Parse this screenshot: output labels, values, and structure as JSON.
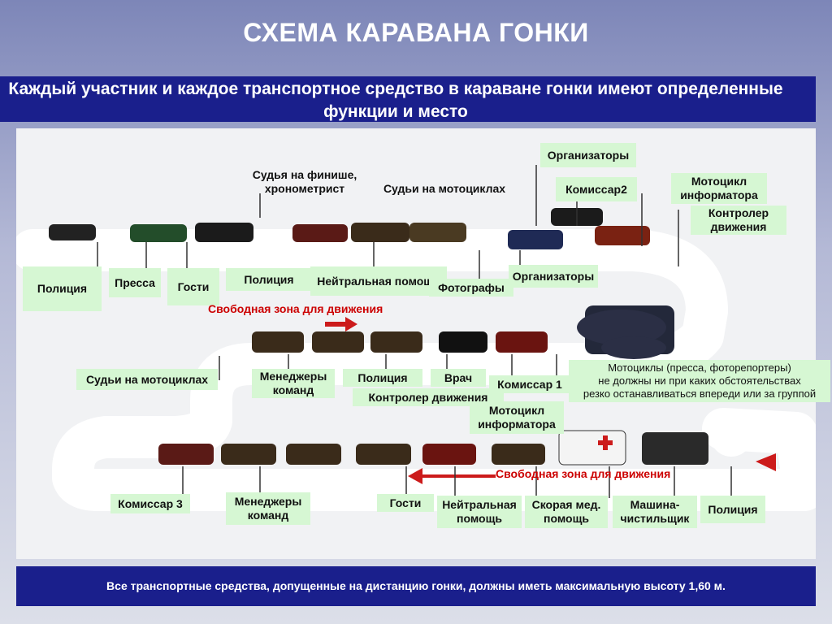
{
  "title": "СХЕМА КАРАВАНА ГОНКИ",
  "subtitle": "Каждый участник и каждое транспортное средство в караване гонки имеют определенные функции и место",
  "footer": "Все транспортные средства, допущенные на дистанцию гонки, должны иметь максимальную высоту 1,60 м.",
  "labels": {
    "police1": "Полиция",
    "press": "Пресса",
    "guests1": "Гости",
    "police2": "Полиция",
    "neutral1": "Нейтральная помощь",
    "photographers": "Фотографы",
    "organizers_bottom": "Организаторы",
    "organizers_top": "Организаторы",
    "finish_judge": "Судья на финише, хронометрист",
    "moto_judges_top": "Судьи на мотоциклах",
    "commissar2": "Комиссар2",
    "moto_informer1": "Мотоцикл информатора",
    "traffic_controller1": "Контролер движения",
    "free_zone1": "Свободная зона для движения",
    "moto_judges_mid": "Судьи на мотоциклах",
    "team_managers1": "Менеджеры команд",
    "police3": "Полиция",
    "doctor": "Врач",
    "traffic_controller2": "Контролер движения",
    "commissar1": "Комиссар 1",
    "moto_informer2": "Мотоцикл информатора",
    "press_moto_title": "Мотоциклы (пресса, фоторепортеры)",
    "press_moto_line1": "не должны ни при каких обстоятельствах",
    "press_moto_line2": "резко останавливаться впереди или за группой",
    "commissar3": "Комиссар 3",
    "team_managers2": "Менеджеры команд",
    "guests2": "Гости",
    "neutral2": "Нейтральная помощь",
    "ambulance": "Скорая мед. помощь",
    "sweeper": "Машина-чистильщик",
    "police4": "Полиция",
    "free_zone2": "Свободная зона для движения"
  },
  "colors": {
    "header_band": "#1a1f8c",
    "label_bg": "#d6f7d3",
    "free_zone_text": "#c00000",
    "road": "#ffffff"
  }
}
